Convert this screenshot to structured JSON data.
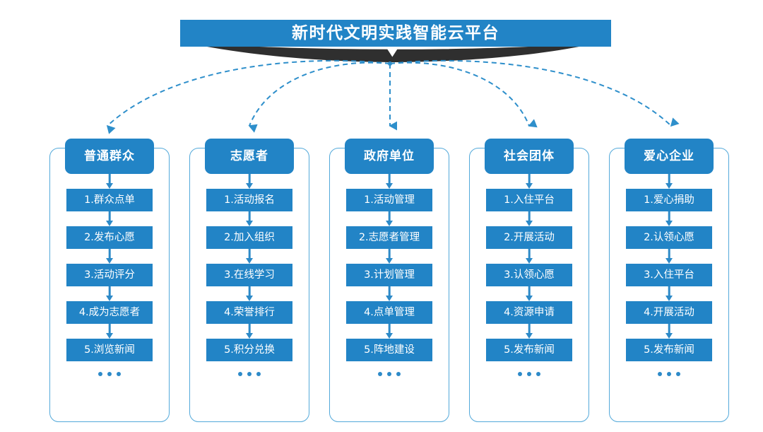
{
  "banner": {
    "title": "新时代文明实践智能云平台",
    "bar_color": "#2284c6",
    "shadow_color": "#2f2f2f"
  },
  "theme": {
    "blue": "#2284c6",
    "frame_border": "#53a9da",
    "arrow": "#2d8ac8",
    "dashed_arrow": "#2e8fcb",
    "text_on_blue": "#ffffff",
    "background": "#ffffff"
  },
  "flow": {
    "arrow_style": "dashed",
    "source_label": "新时代文明实践智能云平台",
    "targets": [
      "普通群众",
      "志愿者",
      "政府单位",
      "社会团体",
      "爱心企业"
    ]
  },
  "columns": [
    {
      "header": "普通群众",
      "items": [
        "1.群众点单",
        "2.发布心愿",
        "3.活动评分",
        "4.成为志愿者",
        "5.浏览新闻"
      ],
      "more": "•••"
    },
    {
      "header": "志愿者",
      "items": [
        "1.活动报名",
        "2.加入组织",
        "3.在线学习",
        "4.荣誉排行",
        "5.积分兑换"
      ],
      "more": "•••"
    },
    {
      "header": "政府单位",
      "items": [
        "1.活动管理",
        "2.志愿者管理",
        "3.计划管理",
        "4.点单管理",
        "5.阵地建设"
      ],
      "more": "•••"
    },
    {
      "header": "社会团体",
      "items": [
        "1.入住平台",
        "2.开展活动",
        "3.认领心愿",
        "4.资源申请",
        "5.发布新闻"
      ],
      "more": "•••"
    },
    {
      "header": "爱心企业",
      "items": [
        "1.爱心捐助",
        "2.认领心愿",
        "3.入住平台",
        "4.开展活动",
        "5.发布新闻"
      ],
      "more": "•••"
    }
  ]
}
